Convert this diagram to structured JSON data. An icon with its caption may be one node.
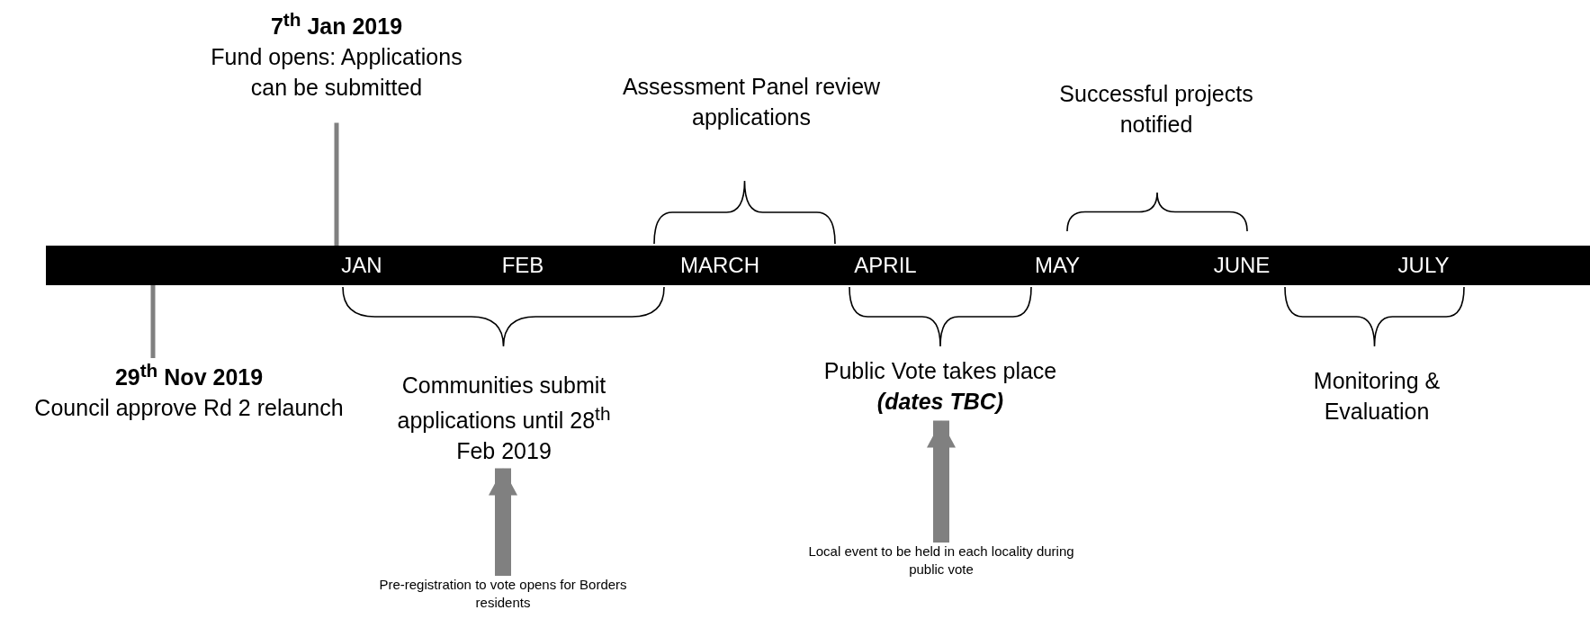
{
  "diagram": {
    "nodes": [
      {
        "text": [
          "JAN",
          "FEB",
          "MARCH",
          "APRIL",
          "MAY",
          "JUNE",
          "JULY"
        ]
      },
      {
        "text": [
          "7$^{th}$ Jan 2019",
          "Fund opens: Applications can be submitted"
        ]
      },
      {
        "text": [
          "29$^{th}$ Nov 2019",
          "Council approve Rd 2 relaunch"
        ]
      },
      {
        "text": [
          "Assessment Panel review applications"
        ]
      },
      {
        "text": [
          "Successful projects notified"
        ]
      },
      {
        "text": [
          "Communities submit applications until 28$^{th}$ Feb 2019"
        ]
      },
      {
        "text": [
          "Public Vote takes place",
          "(dates TBC)"
        ]
      },
      {
        "text": [
          "Monitoring & Evaluation"
        ]
      },
      {
        "text": [
          "Pre-registration to vote opens for Borders residents"
        ]
      },
      {
        "text": [
          "Local event to be held in each locality during public vote"
        ]
      }
    ],
    "edges": [
      {
        "from": 1,
        "to": 0,
        "arrow": "none"
      },
      {
        "from": 2,
        "to": 0,
        "arrow": "none"
      },
      {
        "from": 8,
        "to": 5,
        "arrow": "to",
        "style": "thick"
      },
      {
        "from": 9,
        "to": 6,
        "arrow": "to",
        "style": "thick"
      }
    ]
  }
}
